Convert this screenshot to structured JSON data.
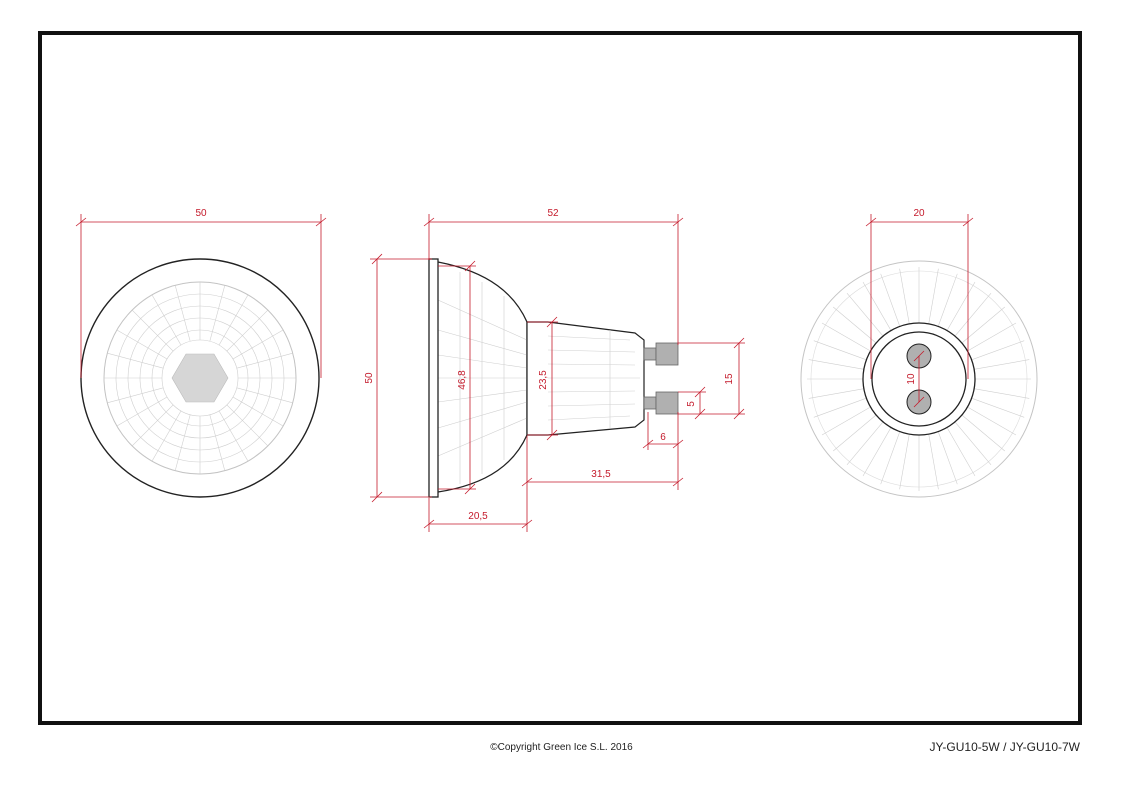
{
  "colors": {
    "dimension": "#c41a2b",
    "outline": "#222222",
    "faint": "#c4c4c4",
    "pin": "#b0b0b0"
  },
  "front_view": {
    "dim_width": "50"
  },
  "side_view": {
    "dim_overall_length": "52",
    "dim_height": "50",
    "dim_reflector_diameter": "46,8",
    "dim_neck_diameter": "23,5",
    "dim_pin_spacing": "15",
    "dim_pin_head": "5",
    "dim_pin_length": "6",
    "dim_base_length": "31,5",
    "dim_reflector_depth": "20,5"
  },
  "rear_view": {
    "dim_base_width": "20",
    "dim_pin_distance": "10"
  },
  "footer": {
    "copyright": "©Copyright Green Ice S.L. 2016",
    "model": "JY-GU10-5W / JY-GU10-7W"
  }
}
